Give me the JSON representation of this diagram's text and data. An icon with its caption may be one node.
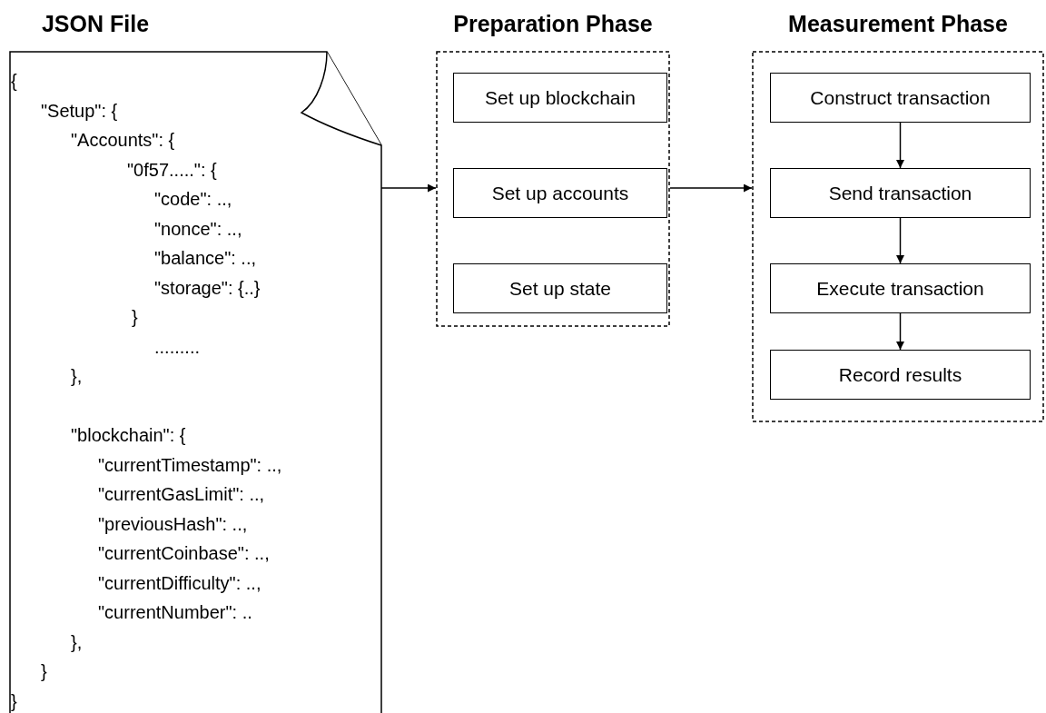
{
  "diagram": {
    "nodes": [
      {
        "text": [
          "JSON File",
          "{",
          "\"Setup\": {",
          "\"Accounts\": {",
          "\"0f57.....\": {",
          "\"code\": ..,",
          "\"nonce\": ..,",
          "\"balance\": ..,",
          "\"storage\": {..}",
          "}",
          ".........",
          "},",
          "\"blockchain\": {",
          "\"currentTimestamp\": ..,",
          "\"currentGasLimit\": ..,",
          "\"previousHash\": ..,",
          "\"currentCoinbase\": ..,",
          "\"currentDifficulty\": ..,",
          "\"currentNumber\": ..",
          "},",
          "}",
          "}"
        ]
      },
      {
        "text": [
          "Preparation Phase"
        ]
      },
      {
        "text": [
          "Set up blockchain"
        ],
        "in": 1
      },
      {
        "text": [
          "Set up accounts"
        ],
        "in": 1
      },
      {
        "text": [
          "Set up state"
        ],
        "in": 1
      },
      {
        "text": [
          "Measurement Phase"
        ]
      },
      {
        "text": [
          "Construct transaction"
        ],
        "in": 5
      },
      {
        "text": [
          "Send transaction"
        ],
        "in": 5
      },
      {
        "text": [
          "Execute transaction"
        ],
        "in": 5
      },
      {
        "text": [
          "Record results"
        ],
        "in": 5
      }
    ],
    "edges": [
      {
        "from": 0,
        "to": 1,
        "arrow": "to"
      },
      {
        "from": 1,
        "to": 5,
        "arrow": "to"
      },
      {
        "from": 6,
        "to": 7,
        "arrow": "to"
      },
      {
        "from": 7,
        "to": 8,
        "arrow": "to"
      },
      {
        "from": 8,
        "to": 9,
        "arrow": "to"
      }
    ]
  }
}
